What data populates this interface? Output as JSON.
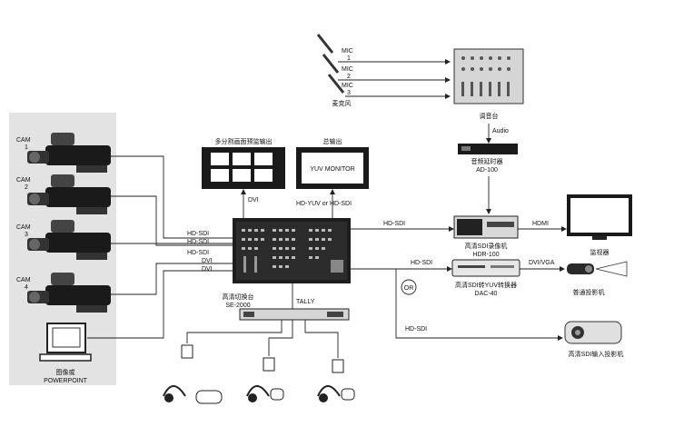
{
  "cameras": [
    {
      "label_top": "CAM",
      "label_num": "1"
    },
    {
      "label_top": "CAM",
      "label_num": "2"
    },
    {
      "label_top": "CAM",
      "label_num": "3"
    },
    {
      "label_top": "CAM",
      "label_num": "4"
    }
  ],
  "computer": {
    "line1": "图像或",
    "line2": "POWERPOINT"
  },
  "mics": {
    "labels": [
      {
        "top": "MIC",
        "num": "1"
      },
      {
        "top": "MIC",
        "num": "2"
      },
      {
        "top": "MIC",
        "num": "3"
      }
    ],
    "caption": "麦克风"
  },
  "mixer": {
    "caption": "调音台",
    "audio_label": "Audio"
  },
  "audio_delay": {
    "line1": "音频延时器",
    "line2": "AD-100"
  },
  "multiview": {
    "caption": "多分割画面预监输出",
    "link": "DVI"
  },
  "main_out": {
    "caption": "总输出",
    "screen_text": "YUV MONITOR",
    "link": "HD-YUV or HD-SDI"
  },
  "inputs": [
    "HD-SDI",
    "HD-SDI",
    "HD-SDI",
    "DVI",
    "DVI"
  ],
  "switcher": {
    "line1": "高清切换台",
    "line2": "SE-2000"
  },
  "tally": "TALLY",
  "recorder": {
    "link_in": "HD-SDI",
    "link_out": "HDMI",
    "line1": "高清SDI录像机",
    "line2": "HDR-100"
  },
  "monitor": {
    "caption": "监视器"
  },
  "converter": {
    "link_in": "HD-SDI",
    "link_out": "DVI/VGA",
    "or": "OR",
    "line1": "高清SDI转YUV转换器",
    "line2": "DAC-40"
  },
  "projector_small": {
    "caption": "普通投影机"
  },
  "projector_hd": {
    "link_in": "HD-SDI",
    "caption": "高清SDI输入投影机"
  }
}
